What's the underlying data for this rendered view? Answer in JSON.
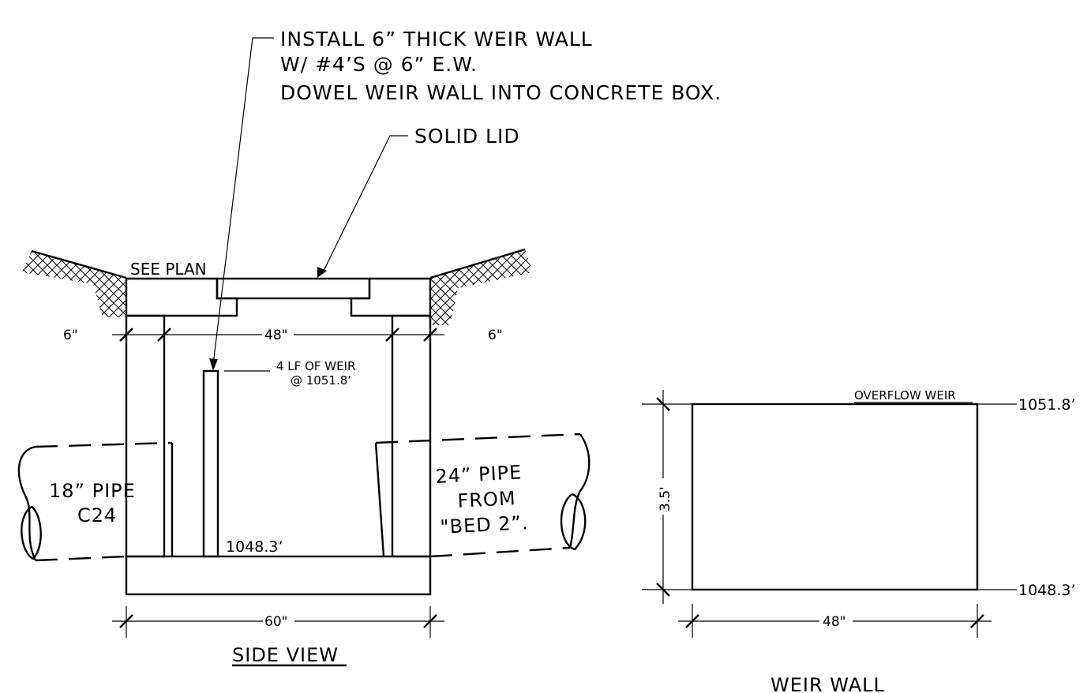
{
  "side_view": {
    "note_weir_line1": "INSTALL 6” THICK WEIR WALL",
    "note_weir_line2": "W/ #4’S @ 6” E.W.",
    "note_weir_line3": "DOWEL WEIR WALL INTO CONCRETE BOX.",
    "note_lid": "SOLID LID",
    "note_see_plan": "SEE PLAN",
    "dim_left_wall": "6\"",
    "dim_interior": "48\"",
    "dim_right_wall": "6\"",
    "note_weir_length_line1": "4 LF OF WEIR",
    "note_weir_length_line2": "@ 1051.8’",
    "left_pipe_line1": "18” PIPE",
    "left_pipe_line2": "C24",
    "right_pipe_line1": "24” PIPE",
    "right_pipe_line2": "FROM",
    "right_pipe_line3": "\"BED 2”.",
    "floor_elevation": "1048.3’",
    "dim_overall_width": "60\"",
    "title": "SIDE VIEW"
  },
  "weir_wall": {
    "top_label": "OVERFLOW WEIR",
    "top_elevation": "1051.8’",
    "bottom_elevation": "1048.3’",
    "dim_height": "3.5'",
    "dim_width": "48\"",
    "title": "WEIR WALL"
  }
}
